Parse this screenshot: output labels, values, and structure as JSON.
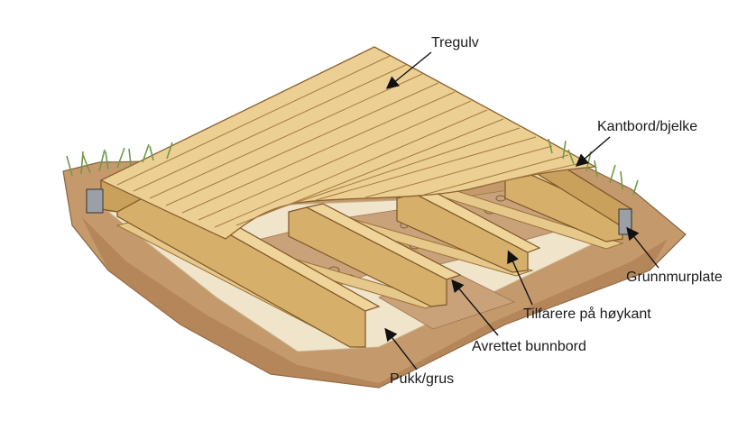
{
  "labels": {
    "treguly": "Tregulv",
    "kantbord": "Kantbord/bjelke",
    "grunnmurplate": "Grunnmurplate",
    "tilfarere": "Tilfarere på høykant",
    "avrettet": "Avrettet bunnbord",
    "pukk": "Pukk/grus"
  },
  "colors": {
    "soil": "#b88a5e",
    "gravel": "#efe3c8",
    "wood_light": "#e9cc8f",
    "wood_dark": "#b98a45",
    "grass": "#7fa05a"
  }
}
